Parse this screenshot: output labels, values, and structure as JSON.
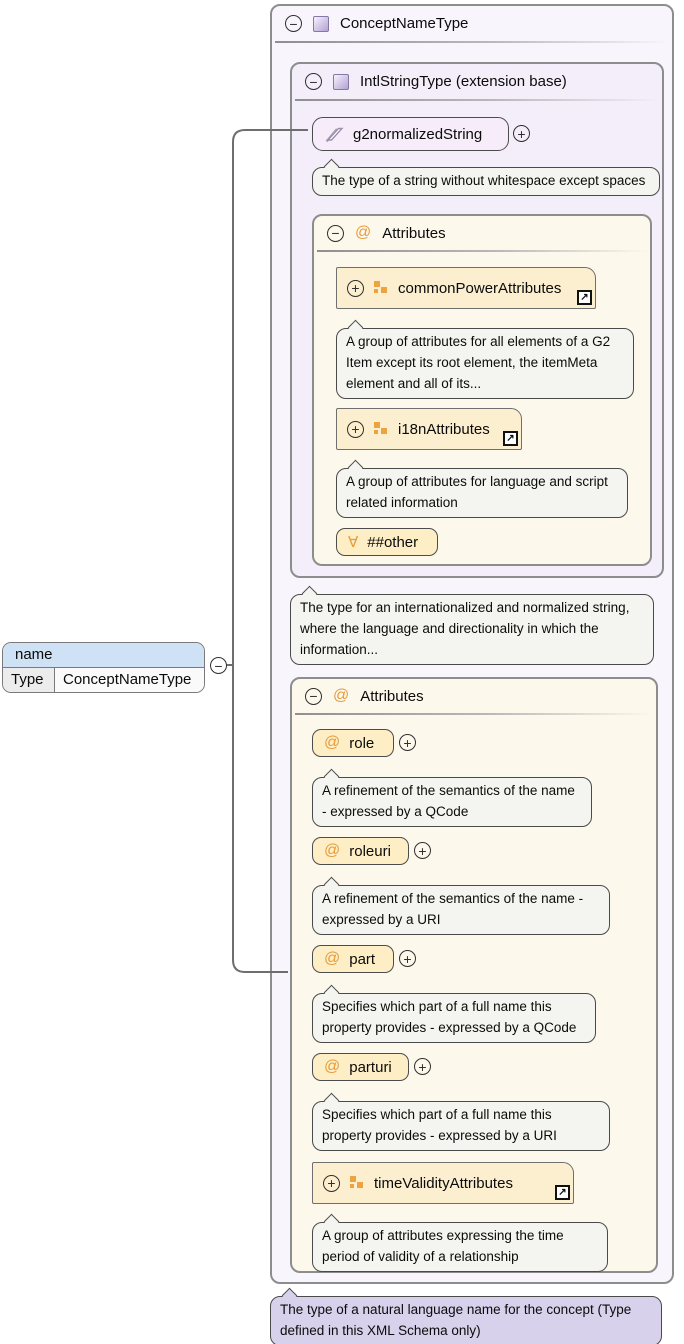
{
  "icons": {
    "collapse": "−",
    "expand": "+",
    "attribute": "@",
    "wildcard": "∀",
    "link": "↗"
  },
  "element": {
    "name": "name",
    "type_label": "Type",
    "type_value": "ConceptNameType"
  },
  "complex_type": {
    "title": "ConceptNameType",
    "annotation": "The type of a natural language name for the concept (Type defined in this XML Schema only)",
    "base": {
      "title": "IntlStringType (extension base)",
      "annotation": "The type for an internationalized and normalized string, where the language and directionality in which the information...",
      "simple_type": {
        "name": "g2normalizedString",
        "annotation": "The type of a string without whitespace except spaces"
      },
      "attributes": {
        "title": "Attributes",
        "groups": [
          {
            "name": "commonPowerAttributes",
            "annotation": "A group of attributes for all elements of a G2 Item except its root element, the itemMeta element and all of its..."
          },
          {
            "name": "i18nAttributes",
            "annotation": "A group of attributes for language and script related information"
          }
        ],
        "wildcard_label": "##other"
      }
    },
    "attributes": {
      "title": "Attributes",
      "items": [
        {
          "name": "role",
          "annotation": "A refinement of the semantics of the name - expressed by a QCode"
        },
        {
          "name": "roleuri",
          "annotation": "A refinement of the semantics of the name - expressed by a URI"
        },
        {
          "name": "part",
          "annotation": "Specifies which part of a full name this property provides - expressed by a QCode"
        },
        {
          "name": "parturi",
          "annotation": "Specifies which part of a full name this property provides - expressed by a URI"
        }
      ],
      "group": {
        "name": "timeValidityAttributes",
        "annotation": "A group of attributes expressing the time period of validity of a relationship"
      }
    }
  },
  "colors": {
    "accent_orange": "#e79b3a",
    "lavender_box": "#f3eef9",
    "cream_box": "#fdf8ec",
    "pill_amber": "#fdeec6",
    "pill_purple": "#f7edfa",
    "annotation_gray": "#f4f4f0",
    "annotation_purple": "#d8d1ec",
    "element_header_blue": "#cfe1f4"
  }
}
